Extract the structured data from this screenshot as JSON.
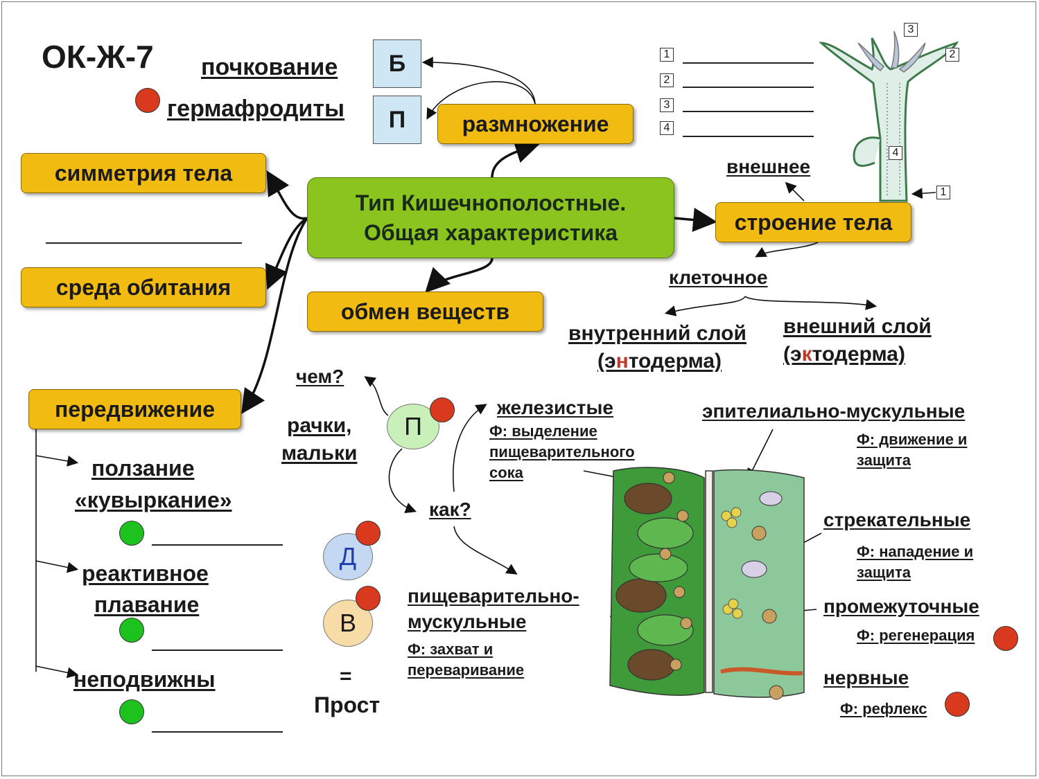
{
  "code": "ОК-Ж-7",
  "center": {
    "line1": "Тип Кишечнополостные.",
    "line2": "Общая характеристика"
  },
  "nodes": {
    "reproduction": "размножение",
    "symmetry": "симметрия тела",
    "habitat": "среда обитания",
    "movement": "передвижение",
    "metabolism": "обмен веществ",
    "body_structure": "строение тела"
  },
  "reproduction": {
    "budding": "почкование",
    "budding_letter": "Б",
    "hermaphrodites": "гермафродиты",
    "hermaphrodites_letter": "П"
  },
  "movement_types": {
    "crawling": "ползание",
    "tumbling": "«кувыркание»",
    "jet_1": "реактивное",
    "jet_2": "плавание",
    "sessile": "неподвижны"
  },
  "feeding": {
    "what_q": "чем?",
    "prey_1": "рачки,",
    "prey_2": "мальки",
    "how_q": "как?",
    "p": "П",
    "d": "Д",
    "v": "В",
    "eq": "=",
    "prost": "Прост"
  },
  "structure": {
    "external": "внешнее",
    "cellular": "клеточное",
    "inner_layer": "внутренний слой",
    "inner_term_pre": "(э",
    "inner_term_hl": "н",
    "inner_term_post": "тодерма)",
    "outer_layer": "внешний слой",
    "outer_term_pre": "(э",
    "outer_term_hl": "к",
    "outer_term_post": "тодерма)"
  },
  "hydra_labels": {
    "n1": "1",
    "n2": "2",
    "n3": "3",
    "n4": "4"
  },
  "cells": {
    "glandular": "железистые",
    "glandular_f1": "Ф: выделение",
    "glandular_f2": "пищеварительного",
    "glandular_f3": "сока",
    "epithelial": "эпителиально-мускульные",
    "epithelial_f1": "Ф: движение и",
    "epithelial_f2": "защита",
    "stinging": "стрекательные",
    "stinging_f1": "Ф: нападение и",
    "stinging_f2": "защита",
    "intermediate": "промежуточные",
    "intermediate_f": "Ф: регенерация",
    "nerve": "нервные",
    "nerve_f": "Ф: рефлекс",
    "digestive_1": "пищеварительно-",
    "digestive_2": "мускульные",
    "digestive_f1": "Ф: захват и",
    "digestive_f2": "переваривание"
  },
  "colors": {
    "node": "#f2bb12",
    "center": "#8bc41f",
    "red_dot": "#d9391c",
    "green_dot": "#1ec21e",
    "highlight": "#c0392b"
  }
}
